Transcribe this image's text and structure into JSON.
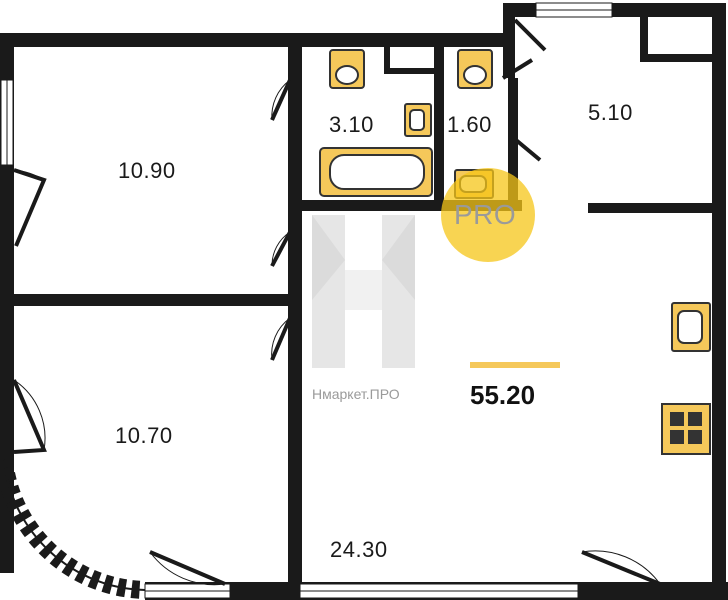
{
  "plan": {
    "rooms": [
      {
        "id": "room-top-left",
        "area": "10.90"
      },
      {
        "id": "room-bottom-left",
        "area": "10.70"
      },
      {
        "id": "bathroom",
        "area": "3.10"
      },
      {
        "id": "toilet",
        "area": "1.60"
      },
      {
        "id": "hall-top-right",
        "area": "5.10"
      },
      {
        "id": "living-kitchen",
        "area": "24.30"
      }
    ],
    "total_area": "55.20"
  },
  "watermark": {
    "text": "Нмаркет.ПРО",
    "badge": "PRO"
  },
  "colors": {
    "wall": "#1a1a1a",
    "fixture": "#f5c85a",
    "fixture_stroke": "#333333",
    "total_bar": "#f5c85a",
    "badge": "#f5c518"
  }
}
